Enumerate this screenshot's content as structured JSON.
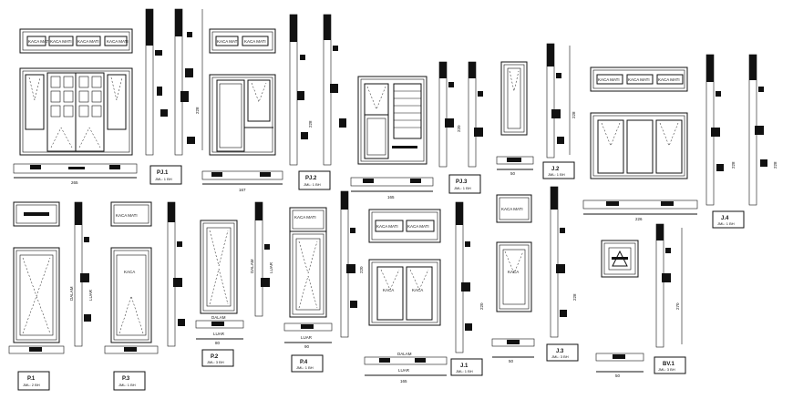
{
  "kaca_mati": "KACA MATI",
  "kaca_mati_short": "KACA MATI",
  "kaca": "KACA",
  "kaca_mati_shift": "KACA MATI",
  "dalam": "DALAM",
  "luar": "LUAR",
  "dims": {
    "d265": "265",
    "d167": "167",
    "d165": "165",
    "d228": "228",
    "d226": "226",
    "d220": "220",
    "d270": "270",
    "d80": "80",
    "d50": "50",
    "d90": "90",
    "d30": "30"
  },
  "tags": [
    {
      "code": "PJ.1",
      "qty": "JML: 1 BH"
    },
    {
      "code": "PJ.2",
      "qty": "JML: 1 BH"
    },
    {
      "code": "PJ.3",
      "qty": "JML: 1 BH"
    },
    {
      "code": "J.2",
      "qty": "JML: 1 BH"
    },
    {
      "code": "J.4",
      "qty": "JML: 1 BH"
    },
    {
      "code": "P.1",
      "qty": "JML: 2 BH"
    },
    {
      "code": "P.3",
      "qty": "JML: 1 BH"
    },
    {
      "code": "P.2",
      "qty": "JML: 3 BH"
    },
    {
      "code": "P.4",
      "qty": "JML: 1 BH"
    },
    {
      "code": "J.1",
      "qty": "JML: 1 BH"
    },
    {
      "code": "J.3",
      "qty": "JML: 3 BH"
    },
    {
      "code": "BV.1",
      "qty": "JML: 3 BH"
    }
  ]
}
